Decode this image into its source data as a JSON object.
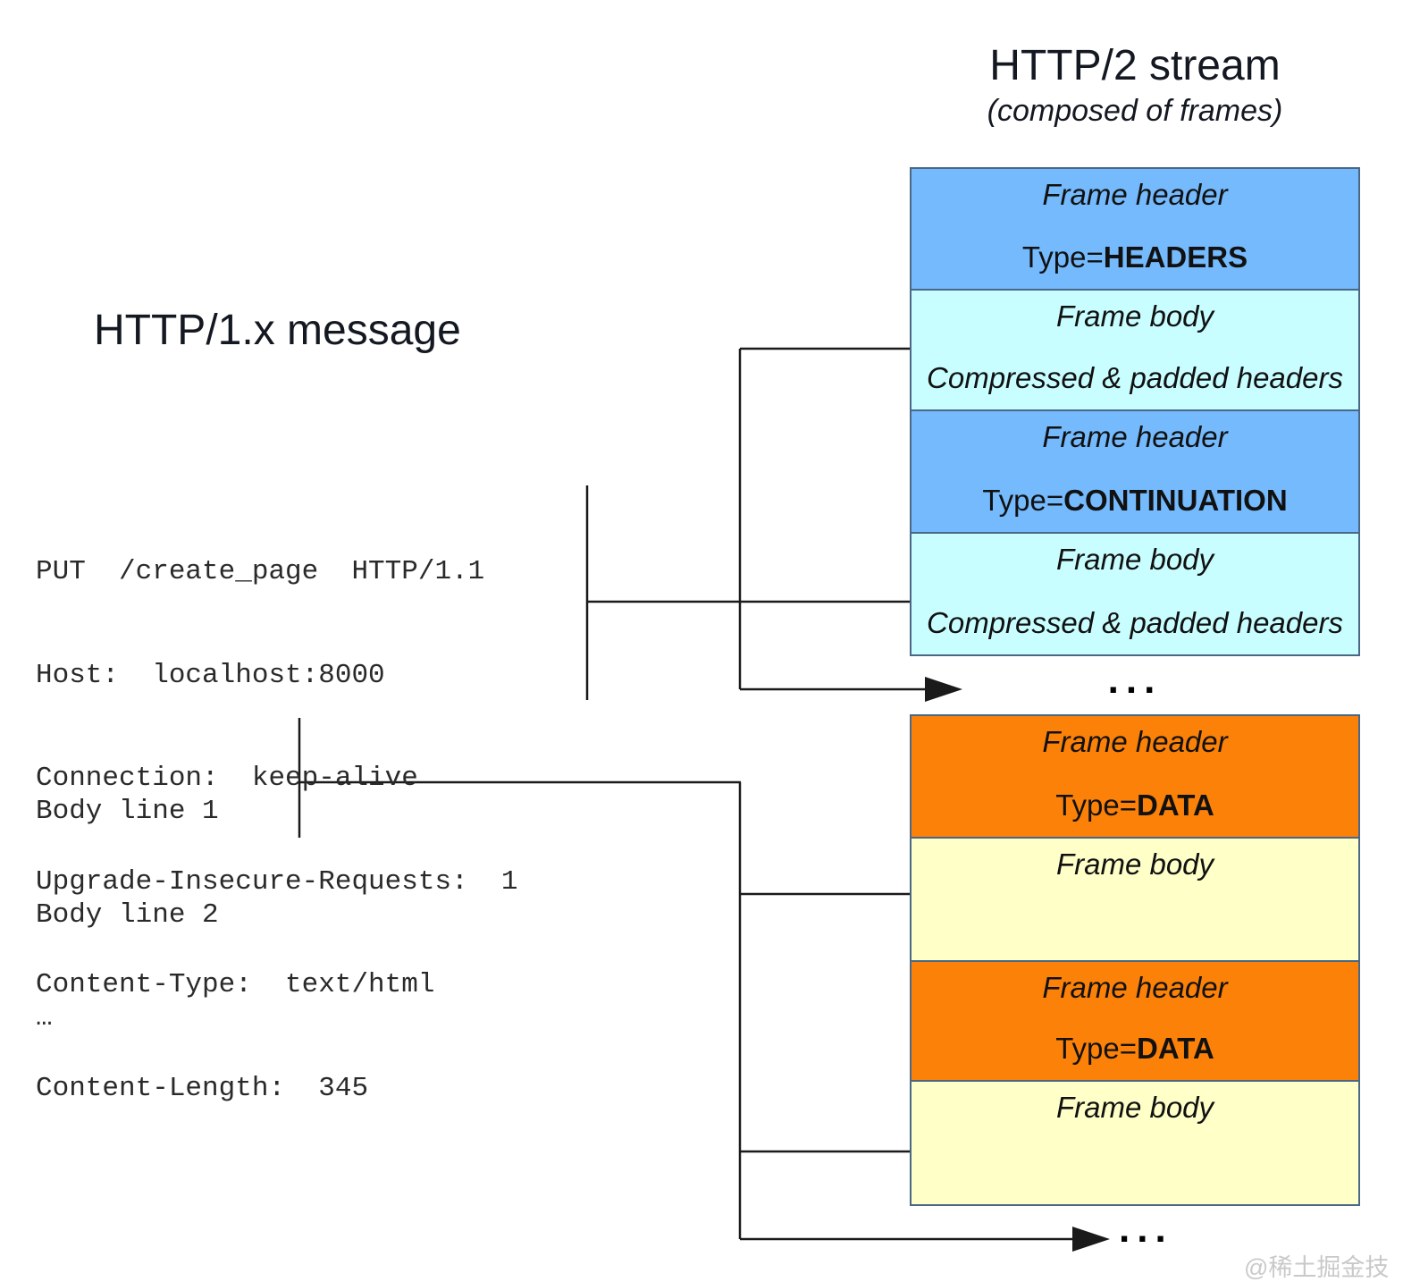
{
  "left": {
    "title": "HTTP/1.x message",
    "request_lines": [
      "PUT  /create_page  HTTP/1.1",
      "Host:  localhost:8000",
      "Connection:  keep-alive",
      "Upgrade-Insecure-Requests:  1",
      "Content-Type:  text/html",
      "Content-Length:  345"
    ],
    "body_lines": [
      "Body line 1",
      "Body line 2",
      "…"
    ]
  },
  "right": {
    "title": "HTTP/2 stream",
    "subtitle": "(composed of frames)",
    "frames": [
      {
        "kind": "header",
        "label": "Frame header",
        "type_prefix": "Type=",
        "type_value": "HEADERS"
      },
      {
        "kind": "body",
        "label": "Frame body",
        "detail": "Compressed & padded headers"
      },
      {
        "kind": "header",
        "label": "Frame header",
        "type_prefix": "Type=",
        "type_value": "CONTINUATION"
      },
      {
        "kind": "body",
        "label": "Frame body",
        "detail": "Compressed & padded headers"
      },
      {
        "kind": "header",
        "label": "Frame header",
        "type_prefix": "Type=",
        "type_value": "DATA"
      },
      {
        "kind": "body",
        "label": "Frame body"
      },
      {
        "kind": "header",
        "label": "Frame header",
        "type_prefix": "Type=",
        "type_value": "DATA"
      },
      {
        "kind": "body",
        "label": "Frame body"
      }
    ],
    "ellipsis_mid": "...",
    "ellipsis_end": "..."
  },
  "watermark": "@稀土掘金技术社区",
  "colors": {
    "blue": "#74BAFD",
    "cyan": "#C8FEFF",
    "orange": "#FB8109",
    "yellow": "#FFFFC8",
    "border": "#4A6785",
    "line": "#1a1a1a",
    "watermark": "#C9C9C9"
  }
}
